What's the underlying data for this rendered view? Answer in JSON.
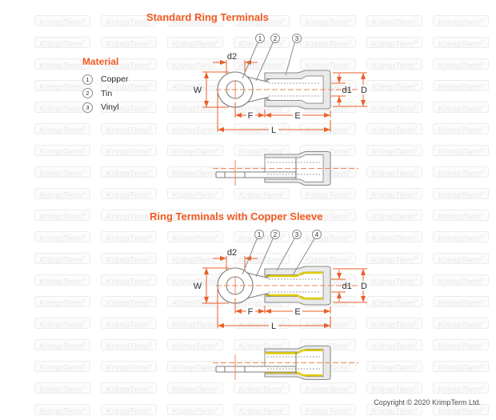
{
  "titles": {
    "section1": "Standard Ring Terminals",
    "section2": "Ring Terminals with Copper Sleeve"
  },
  "materials": {
    "heading": "Material",
    "items": [
      {
        "num": "1",
        "label": "Copper"
      },
      {
        "num": "2",
        "label": "Tin"
      },
      {
        "num": "3",
        "label": "Vinyl"
      }
    ]
  },
  "diagram1": {
    "callouts": [
      "1",
      "2",
      "3"
    ],
    "dims": {
      "d2": "d2",
      "w": "W",
      "f": "F",
      "e": "E",
      "l": "L",
      "d1": "d1",
      "d": "D"
    }
  },
  "diagram2": {
    "callouts": [
      "1",
      "2",
      "3",
      "4"
    ],
    "dims": {
      "d2": "d2",
      "w": "W",
      "f": "F",
      "e": "E",
      "l": "L",
      "d1": "d1",
      "d": "D"
    }
  },
  "watermark": {
    "text": "KrimpTerm",
    "reg": "®",
    "cols": 7,
    "rows": 19
  },
  "footer": {
    "copyright": "Copyright © 2020 KrimpTerm Ltd."
  },
  "colors": {
    "accent": "#F15A22",
    "dimension": "#EA5F28",
    "centerline": "#F0855A",
    "outline": "#7f7f7f",
    "bore_line": "#909090",
    "insulation_fill": "#e9e9e9",
    "copper_sleeve": "#E0CC00",
    "text": "#2e2e2e",
    "footer_text": "#4d4d4d",
    "watermark_text": "#eeeeee",
    "watermark_border": "#ececec",
    "watermark_fill": "#fcfcfc"
  }
}
